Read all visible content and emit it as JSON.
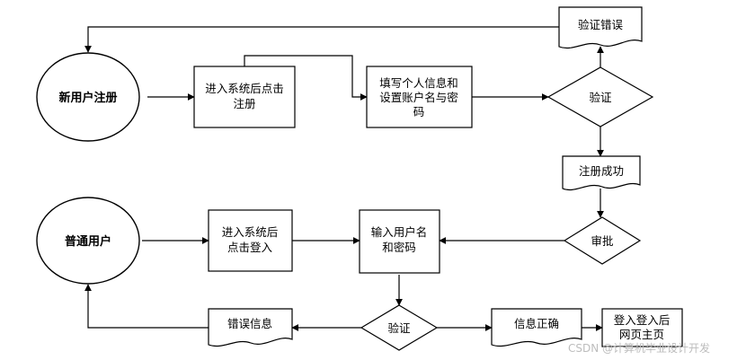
{
  "nodes": {
    "new_user_register": "新用户注册",
    "enter_system_register": [
      "进入系统后点击",
      "注册"
    ],
    "fill_personal_info": [
      "填写个人信息和",
      "设置账户名与密",
      "码"
    ],
    "verify_top": "验证",
    "verify_error": "验证错误",
    "register_success": "注册成功",
    "approve": "审批",
    "normal_user": "普通用户",
    "enter_system_login": [
      "进入系统后",
      "点击登入"
    ],
    "input_username_password": [
      "输入用户名",
      "和密码"
    ],
    "verify_bottom": "验证",
    "error_info": "错误信息",
    "info_correct": "信息正确",
    "login_home": [
      "登入登入后",
      "网页主页"
    ]
  },
  "watermark": "CSDN @计算机毕业设计开发"
}
